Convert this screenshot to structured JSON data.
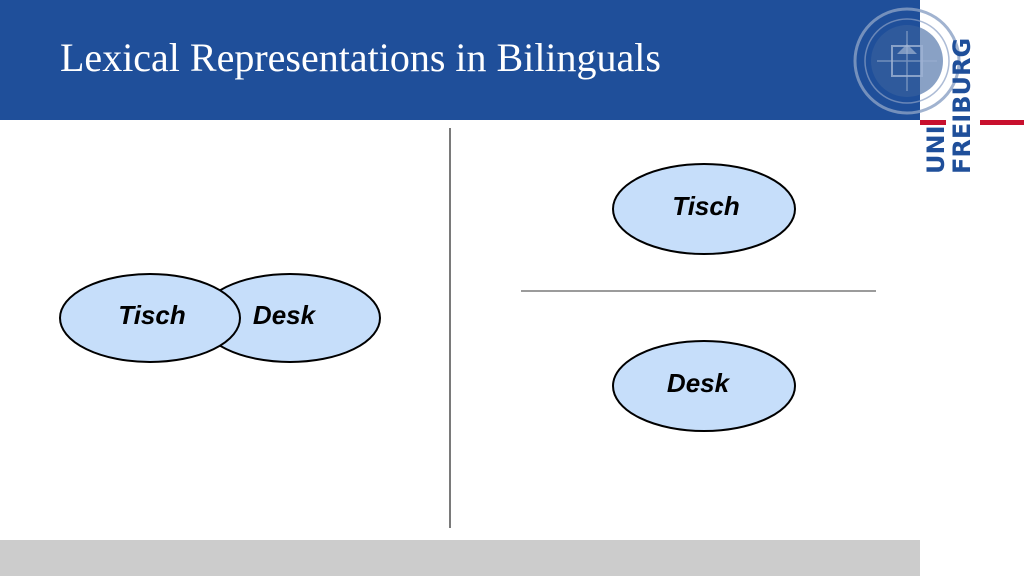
{
  "slide": {
    "title": "Lexical Representations in Bilinguals"
  },
  "branding": {
    "logo_line1": "UNI",
    "logo_line2": "FREIBURG",
    "seal_icon": "university-seal-icon",
    "header_color": "#1f4f9a",
    "footer_color": "#cccccc",
    "accent_red": "#c8102e"
  },
  "diagram": {
    "left_panel": {
      "word1": "Tisch",
      "word2": "Desk"
    },
    "right_panel": {
      "word1": "Tisch",
      "word2": "Desk"
    },
    "node_fill": "#c6defa"
  }
}
